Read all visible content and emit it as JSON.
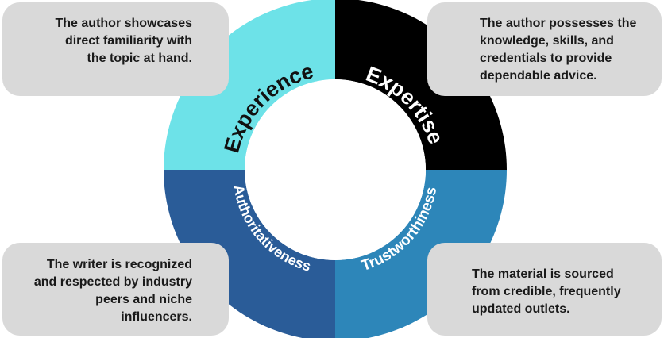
{
  "colors": {
    "experience": "#6de2e8",
    "expertise": "#000000",
    "authoritativeness": "#2a5c98",
    "trustworthiness": "#2d86b9",
    "box_bg": "#d9d9d9",
    "center": "#ffffff"
  },
  "segments": {
    "experience": "Experience",
    "expertise": "Expertise",
    "authoritativeness": "Authoritativeness",
    "trustworthiness": "Trustworthiness"
  },
  "descriptions": {
    "experience": [
      "The author showcases",
      "direct familiarity with",
      "the topic at hand."
    ],
    "expertise": [
      "The author possesses the",
      "knowledge, skills, and",
      "credentials to provide",
      "dependable advice."
    ],
    "authoritativeness": [
      "The writer is recognized",
      "and respected by industry",
      "peers and niche",
      "influencers."
    ],
    "trustworthiness": [
      "The material is sourced",
      "from credible, frequently",
      "updated outlets."
    ]
  }
}
